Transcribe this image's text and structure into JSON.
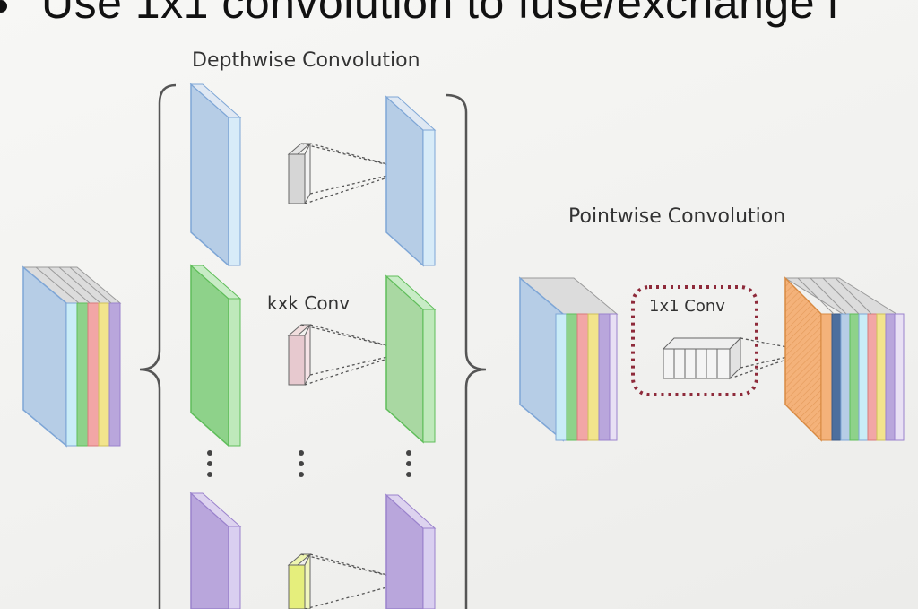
{
  "heading": {
    "text": "Use 1x1 convolution to fuse/exchange i"
  },
  "labels": {
    "depthwise": "Depthwise Convolution",
    "pointwise": "Pointwise Convolution",
    "kxk_conv": "kxk Conv",
    "one_by_one_conv": "1x1 Conv"
  },
  "colors": {
    "blue": "#b6cde6",
    "blue_edge": "#7ea6d6",
    "cyan": "#c9ecf7",
    "green": "#8ed28a",
    "green_edge": "#5fbd5a",
    "red": "#f2a6a6",
    "yellow": "#f2e48c",
    "purple": "#b9a6dc",
    "purple_edge": "#9a82cc",
    "orange": "#f4b27a",
    "orange_edge": "#d88a42",
    "dotted_box": "#8e2a3a"
  },
  "icons": [
    "bullet-dot-icon",
    "ellipsis-vertical-icon",
    "curly-brace-icon"
  ]
}
